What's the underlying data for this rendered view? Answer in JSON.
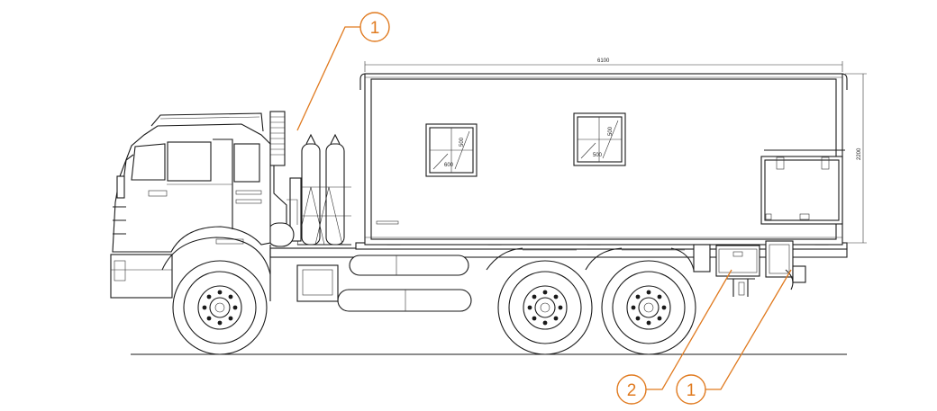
{
  "callouts": [
    {
      "number": "1"
    },
    {
      "number": "2"
    },
    {
      "number": "1"
    }
  ],
  "dimensions": {
    "body_length": "6100",
    "body_height": "2200",
    "window1_width": "600",
    "window1_height": "500",
    "window2_width": "500",
    "window2_height": "500"
  },
  "colors": {
    "line": "#1a1a1a",
    "callout": "#e07a1f",
    "background": "#ffffff"
  }
}
